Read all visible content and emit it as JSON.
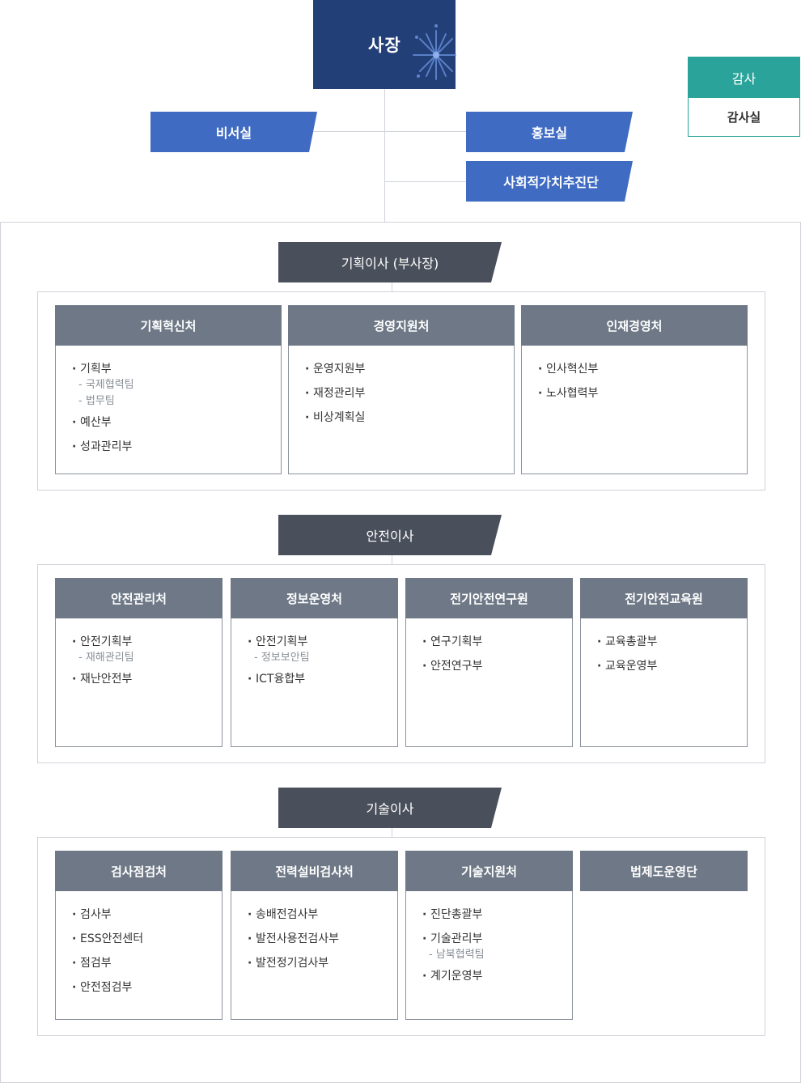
{
  "ceo": {
    "label": "사장"
  },
  "staff_left": [
    {
      "label": "비서실"
    }
  ],
  "staff_right": [
    {
      "label": "홍보실"
    },
    {
      "label": "사회적가치추진단"
    }
  ],
  "audit": {
    "header": "감사",
    "unit": "감사실"
  },
  "colors": {
    "ceo": "#233f78",
    "blue": "#3f6bc2",
    "audit": "#2aa39a",
    "director": "#4a505b",
    "card_head": "#6e7886"
  },
  "directors": [
    {
      "title": "기획이사 (부사장)",
      "divisions": [
        {
          "name": "기획혁신처",
          "items": [
            {
              "label": "기획부",
              "subs": [
                "국제협력팀",
                "법무팀"
              ]
            },
            {
              "label": "예산부",
              "subs": []
            },
            {
              "label": "성과관리부",
              "subs": []
            }
          ]
        },
        {
          "name": "경영지원처",
          "items": [
            {
              "label": "운영지원부",
              "subs": []
            },
            {
              "label": "재정관리부",
              "subs": []
            },
            {
              "label": "비상계획실",
              "subs": []
            }
          ]
        },
        {
          "name": "인재경영처",
          "items": [
            {
              "label": "인사혁신부",
              "subs": []
            },
            {
              "label": "노사협력부",
              "subs": []
            }
          ]
        }
      ]
    },
    {
      "title": "안전이사",
      "divisions": [
        {
          "name": "안전관리처",
          "items": [
            {
              "label": "안전기획부",
              "subs": [
                "재해관리팀"
              ]
            },
            {
              "label": "재난안전부",
              "subs": []
            }
          ]
        },
        {
          "name": "정보운영처",
          "items": [
            {
              "label": "안전기획부",
              "subs": [
                "정보보안팀"
              ]
            },
            {
              "label": "ICT융합부",
              "subs": []
            }
          ]
        },
        {
          "name": "전기안전연구원",
          "items": [
            {
              "label": "연구기획부",
              "subs": []
            },
            {
              "label": "안전연구부",
              "subs": []
            }
          ]
        },
        {
          "name": "전기안전교육원",
          "items": [
            {
              "label": "교육총괄부",
              "subs": []
            },
            {
              "label": "교육운영부",
              "subs": []
            }
          ]
        }
      ]
    },
    {
      "title": "기술이사",
      "divisions": [
        {
          "name": "검사점검처",
          "items": [
            {
              "label": "검사부",
              "subs": []
            },
            {
              "label": "ESS안전센터",
              "subs": []
            },
            {
              "label": "점검부",
              "subs": []
            },
            {
              "label": "안전점검부",
              "subs": []
            }
          ]
        },
        {
          "name": "전력설비검사처",
          "items": [
            {
              "label": "송배전검사부",
              "subs": []
            },
            {
              "label": "발전사용전검사부",
              "subs": []
            },
            {
              "label": "발전정기검사부",
              "subs": []
            }
          ]
        },
        {
          "name": "기술지원처",
          "items": [
            {
              "label": "진단총괄부",
              "subs": []
            },
            {
              "label": "기술관리부",
              "subs": [
                "남북협력팀"
              ]
            },
            {
              "label": "계기운영부",
              "subs": []
            }
          ]
        },
        {
          "name": "법제도운영단",
          "items": []
        }
      ]
    }
  ]
}
